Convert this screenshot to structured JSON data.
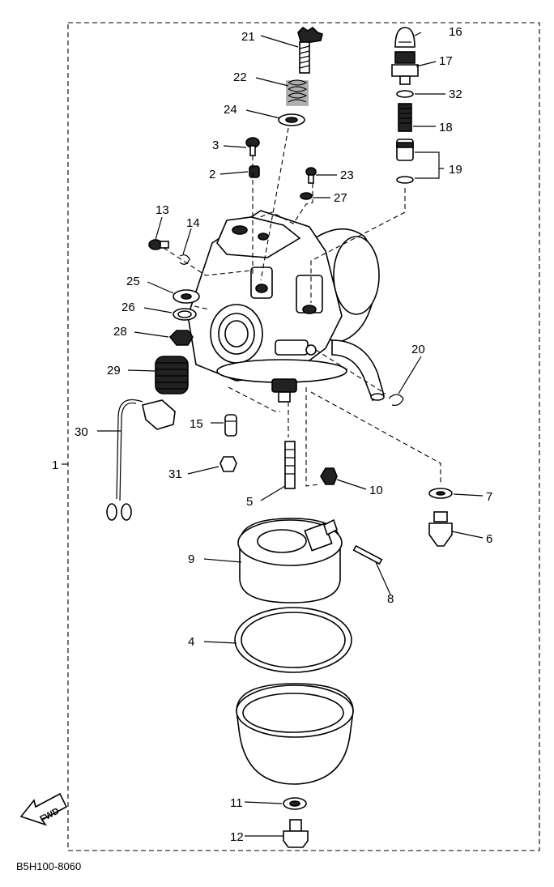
{
  "parts": {
    "p1": "1",
    "p2": "2",
    "p3": "3",
    "p4": "4",
    "p5": "5",
    "p6": "6",
    "p7": "7",
    "p8": "8",
    "p9": "9",
    "p10": "10",
    "p11": "11",
    "p12": "12",
    "p13": "13",
    "p14": "14",
    "p15": "15",
    "p16": "16",
    "p17": "17",
    "p18": "18",
    "p19": "19",
    "p20": "20",
    "p21": "21",
    "p22": "22",
    "p23": "23",
    "p24": "24",
    "p25": "25",
    "p26": "26",
    "p27": "27",
    "p28": "28",
    "p29": "29",
    "p30": "30",
    "p31": "31",
    "p32": "32"
  },
  "fwd_label": "FWD",
  "diagram_code": "B5H100-8060"
}
